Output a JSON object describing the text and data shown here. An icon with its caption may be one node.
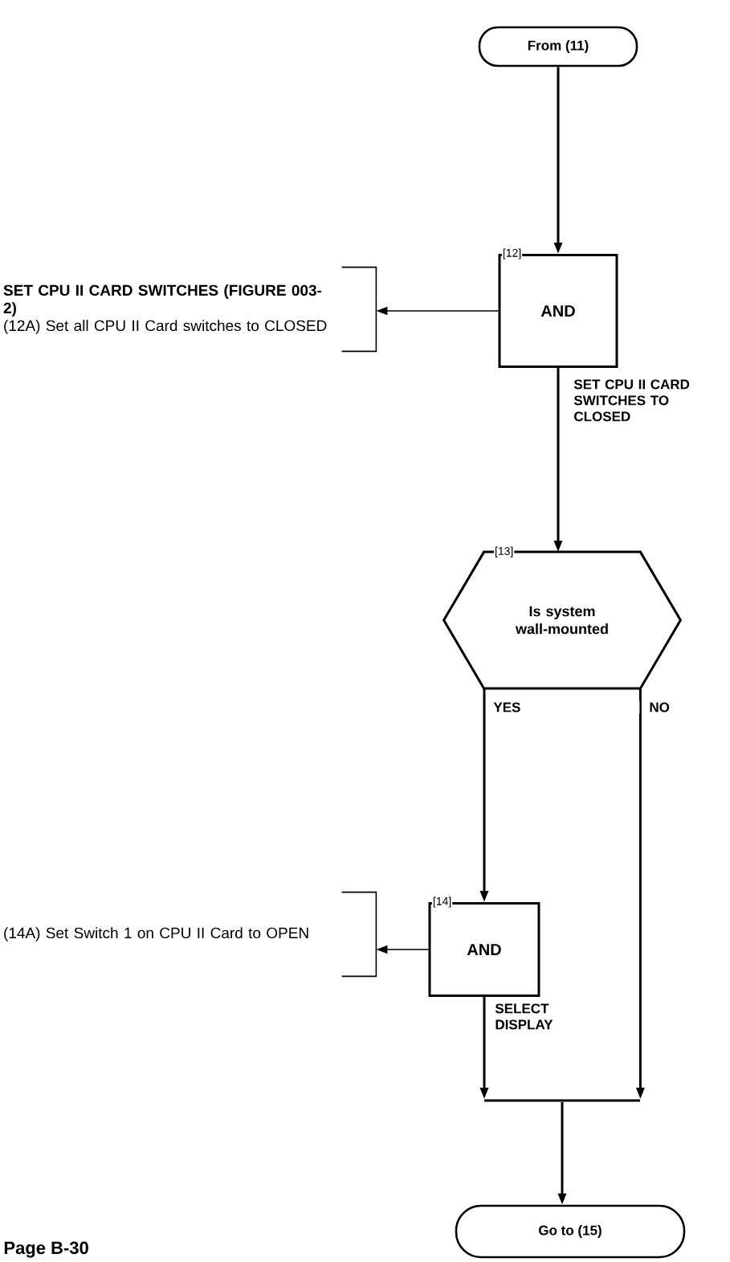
{
  "diagram": {
    "nodes": [
      {
        "text": [
          "From (11)"
        ]
      },
      {
        "text": [
          "[12]",
          "AND"
        ]
      },
      {
        "text": [
          "SET CPU II CARD SWITCHES (FIGURE 003-2)",
          "(12A) Set all CPU II Card switches to CLOSED"
        ]
      },
      {
        "text": [
          "[13]",
          "Is system wall-mounted"
        ]
      },
      {
        "text": [
          "[14]",
          "AND"
        ]
      },
      {
        "text": [
          "(14A) Set Switch 1 on CPU II Card to OPEN"
        ]
      },
      {
        "text": [],
        "shape": "bar"
      },
      {
        "text": [
          "Go to (15)"
        ]
      }
    ],
    "edges": [
      {
        "from": 0,
        "to": 1,
        "arrow": "to"
      },
      {
        "from": 1,
        "to": 2,
        "arrow": "to"
      },
      {
        "from": 1,
        "to": 3,
        "arrow": "to",
        "label": "SET CPU II CARD SWITCHES TO CLOSED"
      },
      {
        "from": 3,
        "to": 4,
        "arrow": "to",
        "label": "YES"
      },
      {
        "from": 3,
        "to": 6,
        "arrow": "to",
        "label": "NO"
      },
      {
        "from": 4,
        "to": 5,
        "arrow": "to"
      },
      {
        "from": 4,
        "to": 6,
        "arrow": "to",
        "label": "SELECT DISPLAY"
      },
      {
        "from": 6,
        "to": 7,
        "arrow": "to"
      }
    ],
    "labels": [
      "Page B-30"
    ]
  }
}
